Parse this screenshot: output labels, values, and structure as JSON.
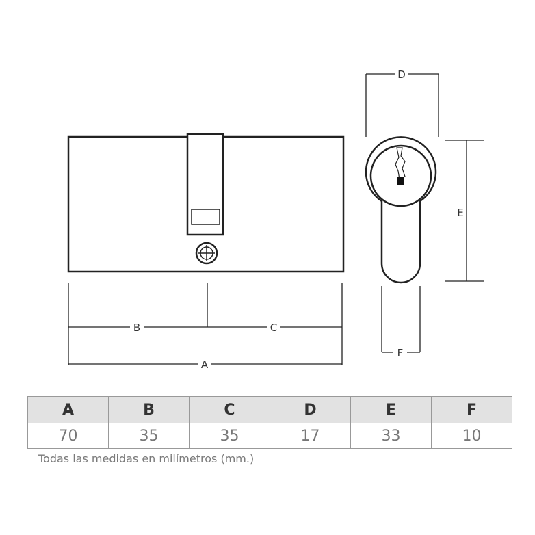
{
  "diagram": {
    "labels": {
      "A": "A",
      "B": "B",
      "C": "C",
      "D": "D",
      "E": "E",
      "F": "F"
    }
  },
  "table": {
    "headers": [
      "A",
      "B",
      "C",
      "D",
      "E",
      "F"
    ],
    "values": [
      "70",
      "35",
      "35",
      "17",
      "33",
      "10"
    ]
  },
  "note": "Todas las medidas en milímetros (mm.)"
}
